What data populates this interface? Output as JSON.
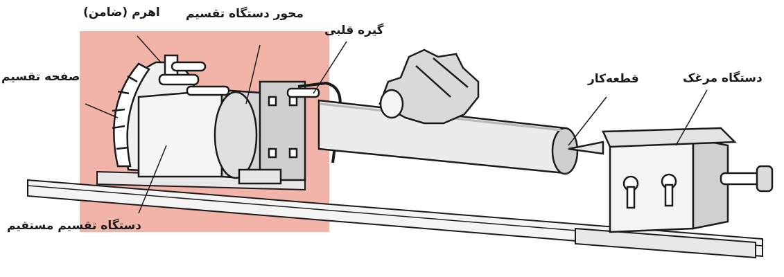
{
  "labels": {
    "lever": "اهرم (ضامن)",
    "index_spindle": "محور دستگاه تقسیم",
    "dog_clamp": "گیره قلبی",
    "index_plate": "صفحه تقسیم",
    "workpiece": "قطعه‌کار",
    "tailstock": "دستگاه مرغک",
    "direct_indexing_head": "دستگاه تقسیم مستقیم"
  },
  "colors": {
    "highlight": "#f2b3a8",
    "ink": "#1a1a1a",
    "body_light": "#f2f2f2",
    "body_shade": "#c9c9c9"
  }
}
